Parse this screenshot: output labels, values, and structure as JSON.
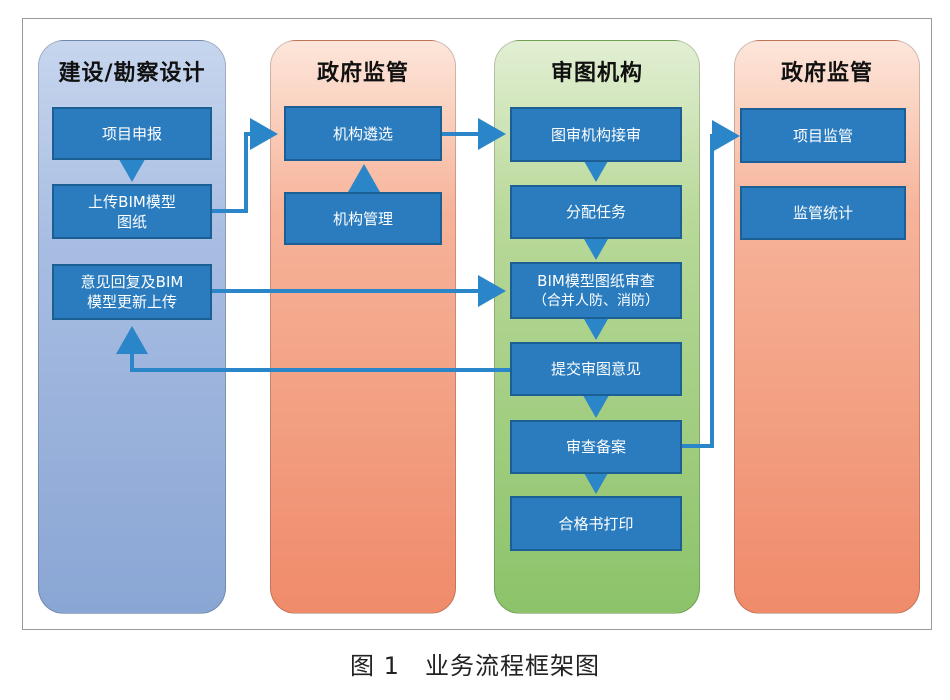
{
  "colors": {
    "box_fill": "#2a7cbf",
    "arrow": "#2a86c8",
    "lane_blue": "#8aa6d4",
    "lane_orange": "#ef8b6a",
    "lane_green": "#8cc36a"
  },
  "lanes": [
    {
      "title": "建设/勘察设计",
      "boxes": [
        {
          "line1": "项目申报",
          "line2": ""
        },
        {
          "line1": "上传BIM模型",
          "line2": "图纸"
        },
        {
          "line1": "意见回复及BIM",
          "line2": "模型更新上传"
        }
      ]
    },
    {
      "title": "政府监管",
      "boxes": [
        {
          "line1": "机构遴选",
          "line2": ""
        },
        {
          "line1": "机构管理",
          "line2": ""
        }
      ]
    },
    {
      "title": "审图机构",
      "boxes": [
        {
          "line1": "图审机构接审",
          "line2": ""
        },
        {
          "line1": "分配任务",
          "line2": ""
        },
        {
          "line1": "BIM模型图纸审查",
          "line2": "（合并人防、消防）"
        },
        {
          "line1": "提交审图意见",
          "line2": ""
        },
        {
          "line1": "审查备案",
          "line2": ""
        },
        {
          "line1": "合格书打印",
          "line2": ""
        }
      ]
    },
    {
      "title": "政府监管",
      "boxes": [
        {
          "line1": "项目监管",
          "line2": ""
        },
        {
          "line1": "监管统计",
          "line2": ""
        }
      ]
    }
  ],
  "caption": "图 1　业务流程框架图"
}
